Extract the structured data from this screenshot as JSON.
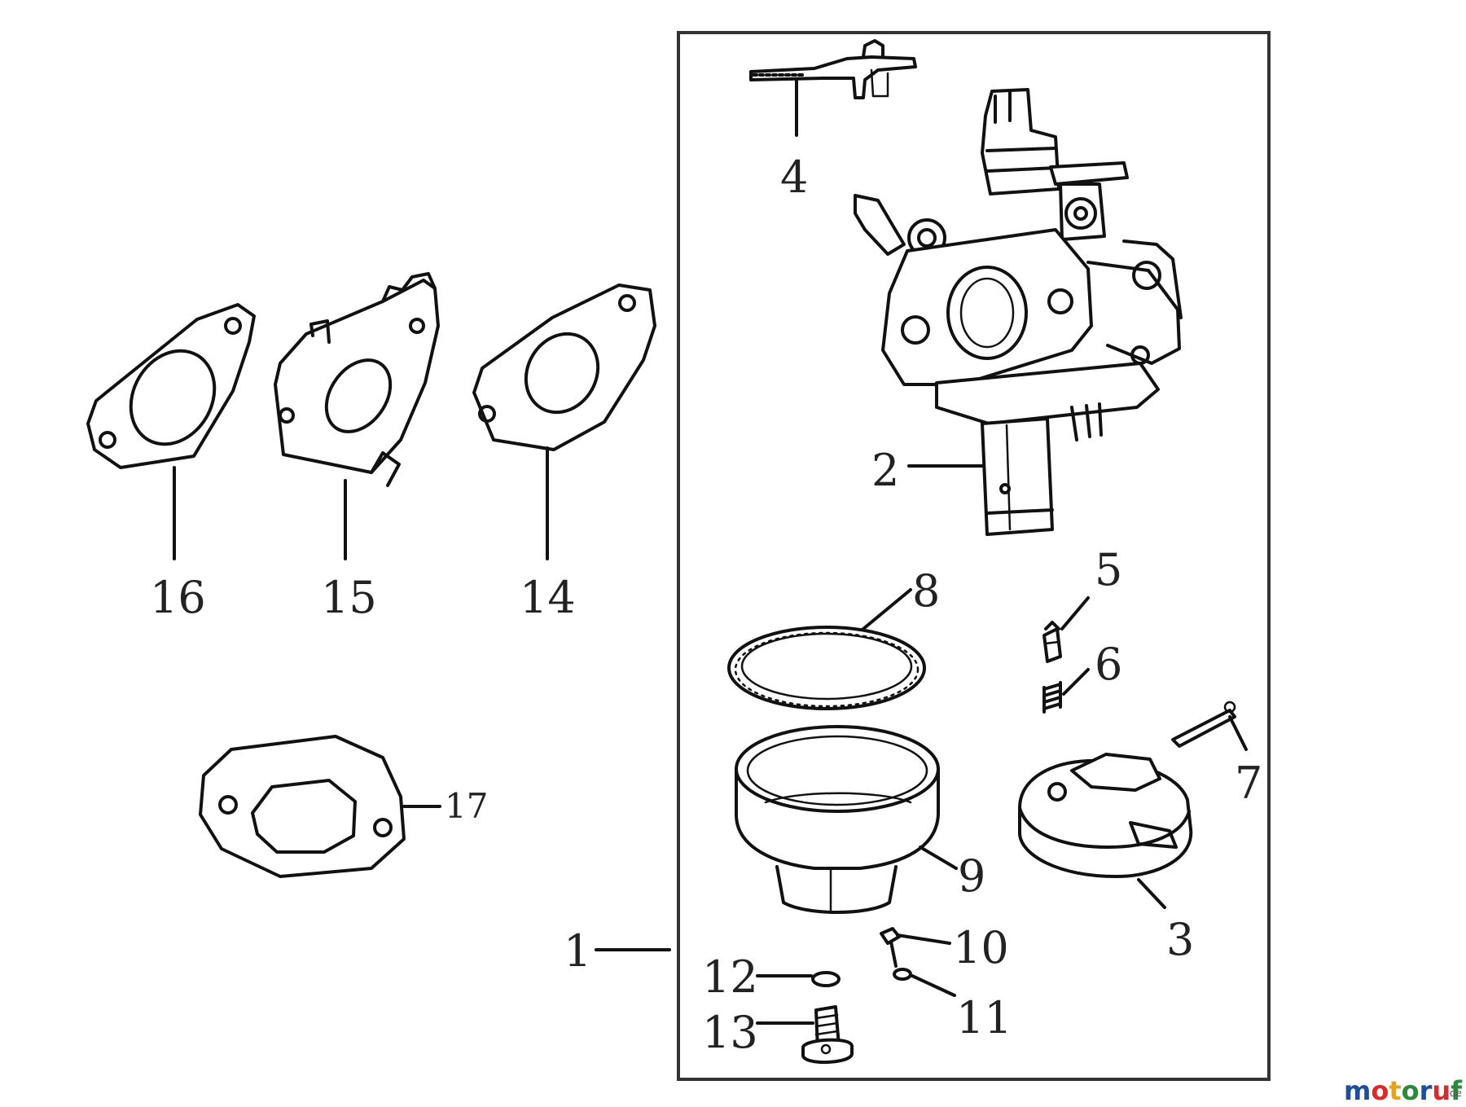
{
  "callouts": {
    "c1": "1",
    "c2": "2",
    "c3": "3",
    "c4": "4",
    "c5": "5",
    "c6": "6",
    "c7": "7",
    "c8": "8",
    "c9": "9",
    "c10": "10",
    "c11": "11",
    "c12": "12",
    "c13": "13",
    "c14": "14",
    "c15": "15",
    "c16": "16",
    "c17": "17"
  },
  "watermark": {
    "letters": [
      "m",
      "o",
      "t",
      "o",
      "r",
      "u",
      "f"
    ],
    "letter_colors": [
      "#1f4e9c",
      "#d92b2b",
      "#e8a21a",
      "#2a8a3a",
      "#1f4e9c",
      "#d92b2b",
      "#2a8a3a"
    ],
    "suffix": ".de"
  }
}
